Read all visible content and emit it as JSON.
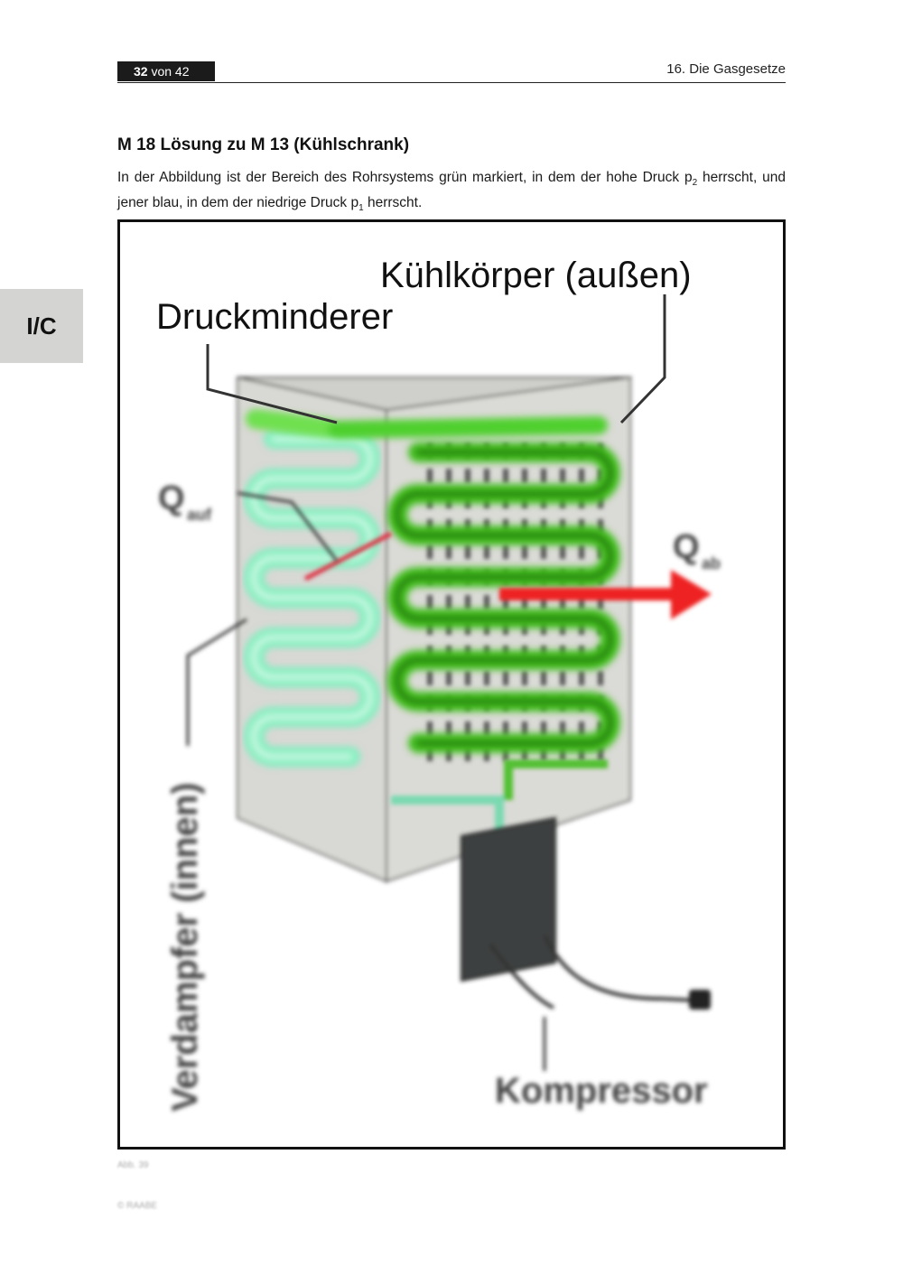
{
  "header": {
    "page_number": "32",
    "page_of": " von 42",
    "chapter": "16. Die Gasgesetze"
  },
  "side_tab": "I/C",
  "section": {
    "title": "M 18  Lösung zu M 13 (Kühlschrank)",
    "intro_part1": "In der Abbildung ist der Bereich des Rohrsystems grün markiert, in dem der hohe Druck p",
    "intro_sub1": "2",
    "intro_part2": " herrscht, und jener blau, in dem der niedrige Druck p",
    "intro_sub2": "1",
    "intro_part3": " herrscht."
  },
  "figure": {
    "label_heatsink": "Kühlkörper (außen)",
    "label_valve": "Druckminderer",
    "label_q_in": "Q",
    "label_q_in_sub": "auf",
    "label_q_out": "Q",
    "label_q_out_sub": "ab",
    "label_evaporator": "Verdampfer (innen)",
    "label_compressor": "Kompressor",
    "colors": {
      "high_pressure": "#3fbf1f",
      "low_pressure": "#7ff0bf",
      "heat_arrow": "#ee2222",
      "cabinet": "#d6d6d2"
    }
  },
  "figure_caption": "Abb. 39",
  "copyright": "© RAABE"
}
